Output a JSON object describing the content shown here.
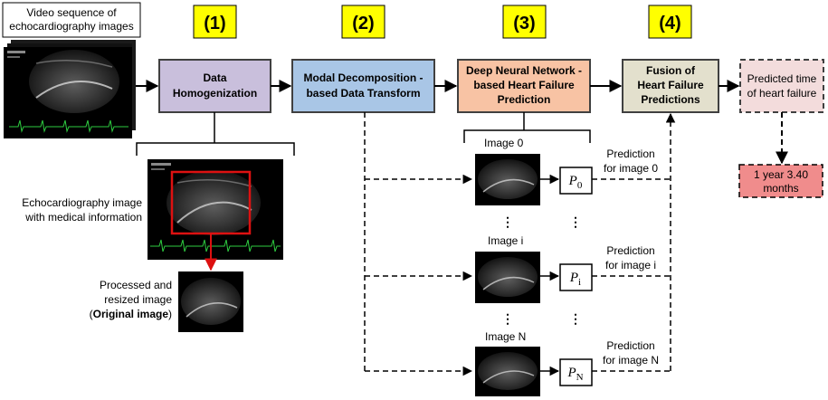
{
  "video_label": [
    "Video sequence of",
    "echocardiography images"
  ],
  "steps": [
    "(1)",
    "(2)",
    "(3)",
    "(4)"
  ],
  "box1": [
    "Data",
    "Homogenization"
  ],
  "box2": [
    "Modal Decomposition -",
    "based Data Transform"
  ],
  "box3": [
    "Deep Neural Network -",
    "based Heart Failure",
    "Prediction"
  ],
  "box4": [
    "Fusion of",
    "Heart Failure",
    "Predictions"
  ],
  "predicted": [
    "Predicted time",
    "of heart failure"
  ],
  "result": [
    "1 year 3.40",
    "months"
  ],
  "echo_label": [
    "Echocardiography image",
    "with medical information"
  ],
  "processed_label": [
    "Processed and",
    "resized image"
  ],
  "original_label": [
    "(",
    "Original image",
    ")"
  ],
  "images": [
    {
      "label": "Image 0",
      "p_main": "P",
      "p_sub": "0",
      "pred": [
        "Prediction",
        "for image 0"
      ]
    },
    {
      "label": "Image i",
      "p_main": "P",
      "p_sub": "i",
      "pred": [
        "Prediction",
        "for image i"
      ]
    },
    {
      "label": "Image N",
      "p_main": "P",
      "p_sub": "N",
      "pred": [
        "Prediction",
        "for image N"
      ]
    }
  ],
  "ellipsis": "⋮",
  "colors": {
    "box1": "#c9bfdc",
    "box2": "#a9c6e6",
    "box3": "#f8c3a4",
    "box4": "#e3e0cd",
    "predicted": "#f3dcdc",
    "result": "#f08c8c",
    "step_bg": "#ffff00",
    "crop_frame": "#dd1111"
  }
}
